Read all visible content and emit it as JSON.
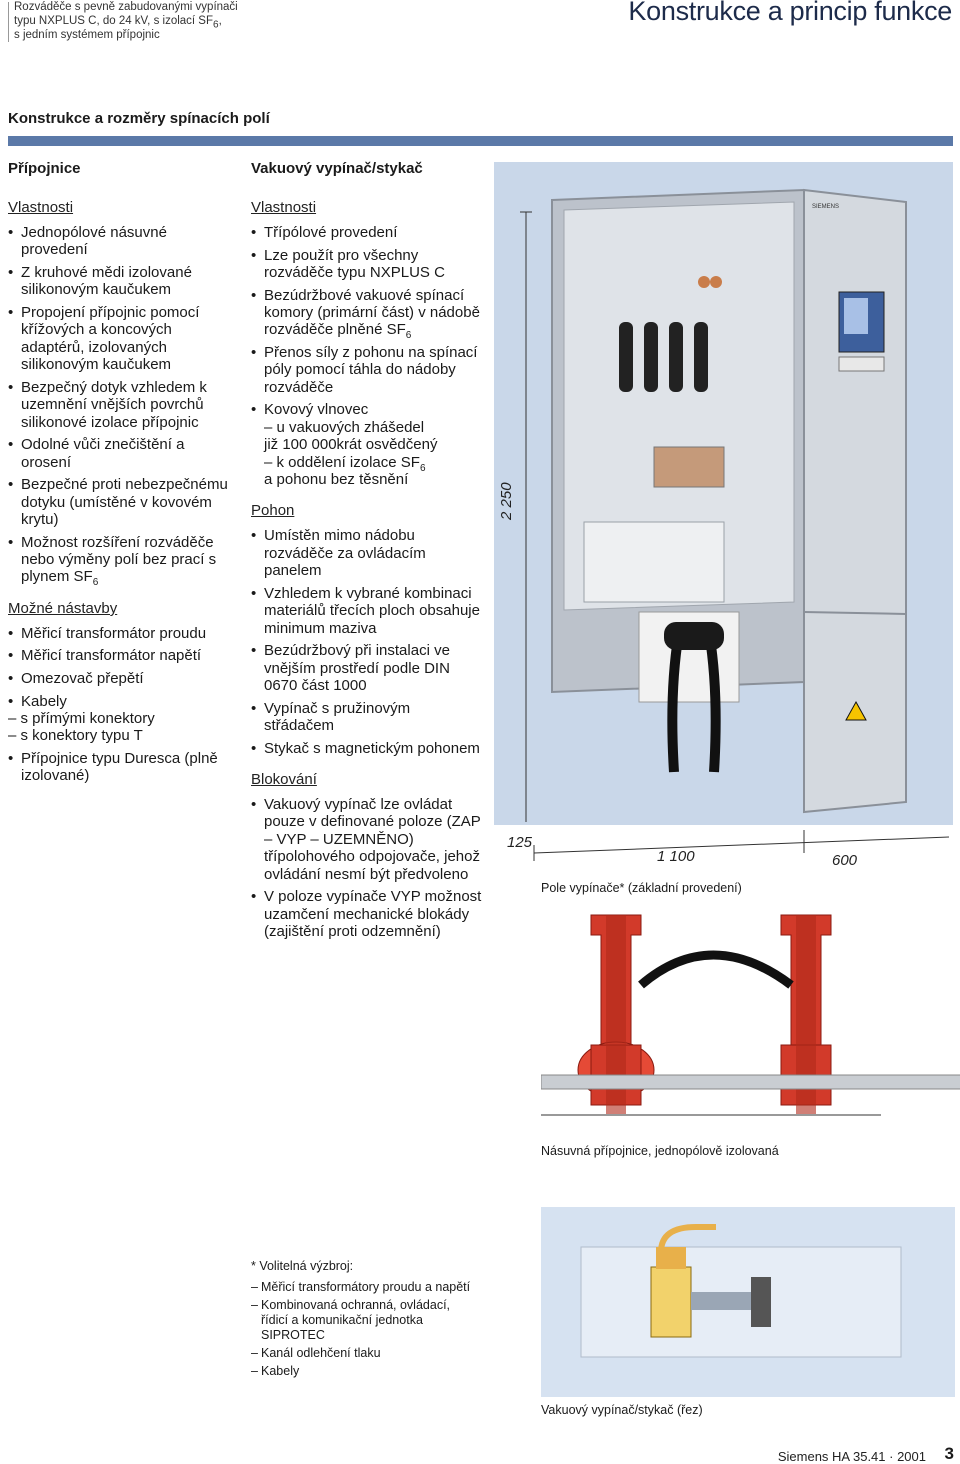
{
  "header": {
    "left_lines": [
      "Rozváděče s pevně zabudovanými vypínači",
      "typu NXPLUS C, do 24 kV, s izolací SF",
      "s jedním systémem přípojnic"
    ],
    "left_sub": "6",
    "left_suffix": ",",
    "title": "Konstrukce a princip funkce"
  },
  "section_title": "Konstrukce a rozměry spínacích polí",
  "col1": {
    "title": "Přípojnice",
    "props_title": "Vlastnosti",
    "props": [
      "Jednopólové násuvné provedení",
      "Z kruhové mědi izolované silikonovým kaučukem",
      "Propojení přípojnic pomocí křížových a koncových adaptérů, izolovaných silikonovým kaučukem",
      "Bezpečný dotyk vzhledem k uzemnění vnějších povrchů silikonové izolace přípojnic",
      "Odolné vůči znečištění a orosení",
      "Bezpečné proti nebezpečnému dotyku (umístěné v kovovém krytu)",
      "Možnost rozšíření rozváděče nebo výměny polí bez prací s plynem SF"
    ],
    "props_last_sub": "6",
    "options_title": "Možné nástavby",
    "options": [
      "Měřicí transformátor proudu",
      "Měřicí transformátor napětí",
      "Omezovač přepětí",
      "Kabely",
      "Přípojnice typu Duresca (plně izolované)"
    ],
    "cable_subs": [
      "– s přímými konektory",
      "– s konektory typu T"
    ]
  },
  "col2": {
    "title": "Vakuový vypínač/stykač",
    "props_title": "Vlastnosti",
    "props": [
      "Třípólové provedení",
      "Lze použít pro všechny rozváděče typu NXPLUS C",
      "Bezúdržbové vakuové spínací komory (primární část) v nádobě rozváděče plněné SF",
      "Přenos síly z pohonu na spínací póly pomocí táhla do nádoby rozváděče",
      "Kovový vlnovec",
      "a pohonu bez těsnění"
    ],
    "props_sub": "6",
    "bellows_lines": [
      "– u vakuových zhášedel",
      "již 100 000krát osvědčený",
      "– k oddělení izolace SF"
    ],
    "drive_title": "Pohon",
    "drive": [
      "Umístěn mimo nádobu rozváděče za ovládacím panelem",
      "Vzhledem k vybrané kombinaci materiálů třecích ploch obsahuje minimum maziva",
      "Bezúdržbový při instalaci ve vnějším prostředí podle DIN 0670 část 1000",
      "Vypínač s pružinovým střádačem",
      "Stykač s magnetickým pohonem"
    ],
    "lock_title": "Blokování",
    "lock": [
      "Vakuový vypínač lze ovládat pouze v definované poloze (ZAP – VYP – UZEMNĚNO) třípolohového odpojovače, jehož ovládání nesmí být předvoleno",
      "V poloze vypínače VYP možnost uzamčení mechanické blokády (zajištění proti odzemnění)"
    ]
  },
  "figures": {
    "dim_height": "2 250",
    "dim_a": "125",
    "dim_b": "1 100",
    "dim_c": "600",
    "cap1": "Pole vypínače* (základní provedení)",
    "cap2": "Násuvná přípojnice, jednopólově izolovaná",
    "cap3": "Vakuový vypínač/stykač (řez)",
    "panel_brand": "SIEMENS"
  },
  "note": {
    "title": "* Volitelná výzbroj:",
    "items": [
      "Měřicí transformátory proudu a napětí",
      "Kombinovaná ochranná, ovládací, řídicí a komunikační jednotka SIPROTEC",
      "Kanál odlehčení tlaku",
      "Kabely"
    ]
  },
  "footer": {
    "doc": "Siemens HA 35.41 · 2001",
    "page": "3"
  },
  "colors": {
    "accent_rule": "#5b79a8",
    "figure_bg": "#c9d7e9",
    "insulator_red": "#d23a2a"
  }
}
